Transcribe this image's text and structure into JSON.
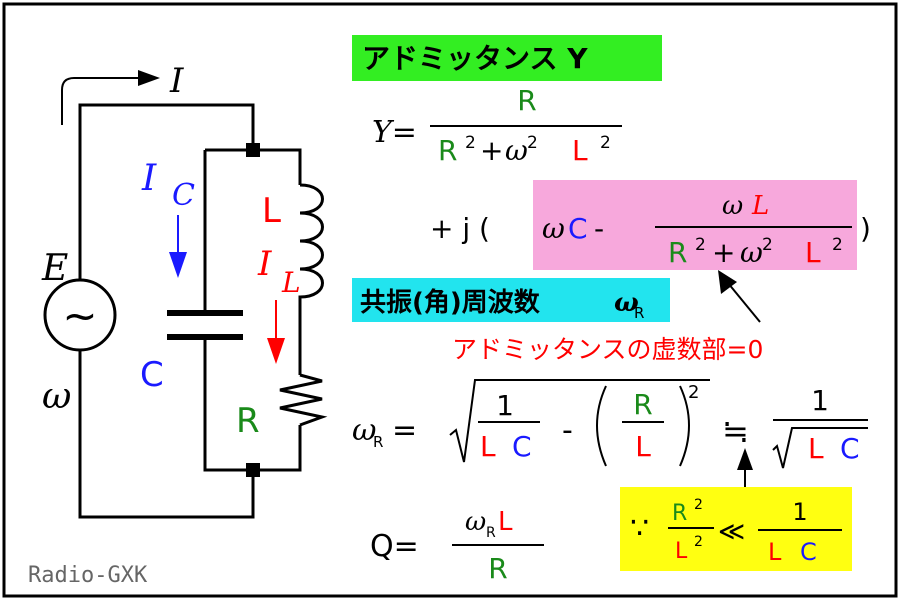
{
  "colors": {
    "title_bg": "#33ee22",
    "resonance_bg": "#22e4ee",
    "imag_bg": "#f7a8dc",
    "approx_bg": "#ffff11",
    "red": "#ff0000",
    "green": "#1a8a1a",
    "blue": "#1a1aff",
    "black": "#000000"
  },
  "circuit": {
    "current_total": "I",
    "current_c": "I",
    "current_c_sub": "C",
    "current_l": "I",
    "current_l_sub": "L",
    "source_label": "E",
    "source_symbol": "~",
    "omega": "ω",
    "cap_label": "C",
    "ind_label": "L",
    "res_label": "R"
  },
  "admittance": {
    "title": "アドミッタンス Y",
    "lhs": "Y=",
    "num": "R",
    "den": {
      "r": "R",
      "two_a": "2",
      "plus": "+",
      "w": "ω",
      "two_b": "2",
      "l": "L",
      "two_c": "2"
    },
    "line2_prefix": "+ j (",
    "line2_suffix": ")",
    "imag": {
      "w": "ω",
      "c": "C",
      "minus": "-",
      "num_w": "ω",
      "num_l": "L"
    },
    "imag_den": {
      "r": "R",
      "two_a": "2",
      "plus": "+",
      "w": "ω",
      "two_b": "2",
      "l": "L",
      "two_c": "2"
    }
  },
  "resonance": {
    "title": "共振(角)周波数",
    "title_w": "ω",
    "title_sub": "R",
    "annotation": "アドミッタンスの虚数部=0",
    "lhs_w": "ω",
    "lhs_sub": "R",
    "eq": "=",
    "one": "1",
    "lc_l": "L",
    "lc_c": "C",
    "minus": "-",
    "frac_r": "R",
    "frac_l": "L",
    "sq": "2",
    "approx": "≒",
    "one2": "1",
    "lc2_l": "L",
    "lc2_c": "C"
  },
  "condition": {
    "because": "∵",
    "r": "R",
    "r_sq": "2",
    "l": "L",
    "l_sq": "2",
    "much_less": "≪",
    "one": "1",
    "lc_l": "L",
    "lc_c": "C"
  },
  "quality": {
    "lhs": "Q=",
    "num_w": "ω",
    "num_sub": "R",
    "num_l": "L",
    "den": "R"
  },
  "watermark": "Radio-GXK"
}
